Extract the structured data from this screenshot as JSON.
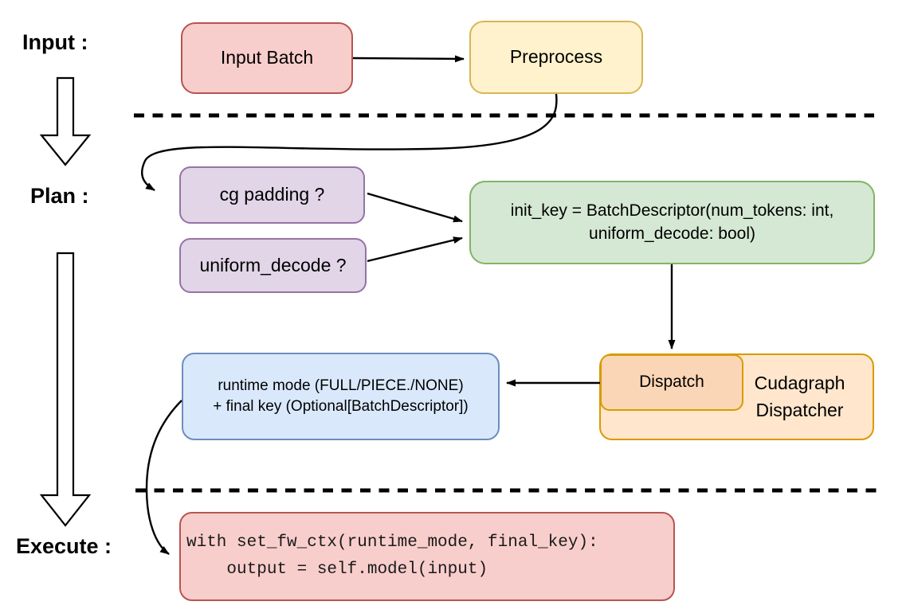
{
  "stages": {
    "input_label": "Input :",
    "plan_label": "Plan :",
    "execute_label": "Execute :"
  },
  "nodes": {
    "input_batch": "Input Batch",
    "preprocess": "Preprocess",
    "cg_padding": "cg padding ?",
    "uniform_decode": "uniform_decode ?",
    "init_key_line1": "init_key = BatchDescriptor(num_tokens: int,",
    "init_key_line2": "uniform_decode: bool)",
    "dispatch": "Dispatch",
    "cudagraph_dispatcher": "Cudagraph Dispatcher",
    "runtime_line1": "runtime mode (FULL/PIECE./NONE)",
    "runtime_line2": "+ final key (Optional[BatchDescriptor])",
    "execute_code_line1": "with set_fw_ctx(runtime_mode, final_key):",
    "execute_code_line2": "    output = self.model(input)"
  },
  "palette": {
    "red": {
      "fill": "#f8cecc",
      "stroke": "#b85450"
    },
    "yellow": {
      "fill": "#fff2cc",
      "stroke": "#d6b656"
    },
    "purple": {
      "fill": "#e1d5e7",
      "stroke": "#9673a6"
    },
    "green": {
      "fill": "#d5e8d4",
      "stroke": "#82b366"
    },
    "blue": {
      "fill": "#dae8fc",
      "stroke": "#6c8ebf"
    },
    "orange_light": {
      "fill": "#ffe6cc",
      "stroke": "#d79b00"
    },
    "orange_dark": {
      "fill": "#fbd6b6",
      "stroke": "#d79b00"
    },
    "connector": "#000000"
  }
}
